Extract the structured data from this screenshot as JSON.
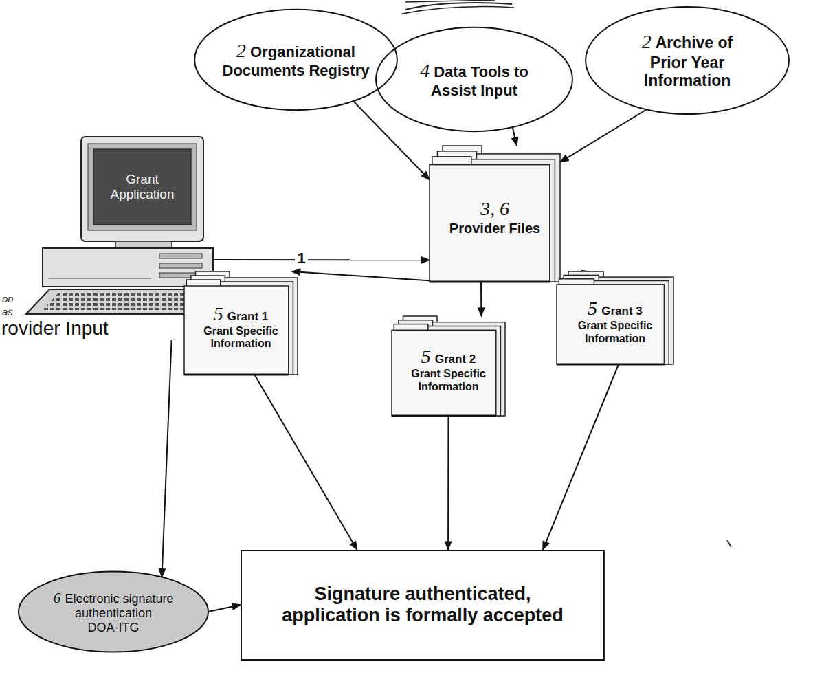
{
  "diagram": {
    "nodes": [
      {
        "text": [
          "2",
          "Organizational Documents Registry"
        ]
      },
      {
        "text": [
          "4",
          "Data Tools to Assist Input"
        ]
      },
      {
        "text": [
          "2",
          "Archive of Prior Year Information"
        ]
      },
      {
        "text": [
          "Grant Application",
          "rovider Input"
        ]
      },
      {
        "text": [
          "3, 6",
          "Provider Files"
        ]
      },
      {
        "text": [
          "5",
          "Grant 1",
          "Grant Specific Information"
        ]
      },
      {
        "text": [
          "5",
          "Grant 2",
          "Grant Specific Information"
        ]
      },
      {
        "text": [
          "5",
          "Grant 3",
          "Grant Specific Information"
        ]
      },
      {
        "text": [
          "6",
          "Electronic signature authentication",
          "DOA-ITG"
        ]
      },
      {
        "text": [
          "Signature authenticated, application is formally accepted"
        ]
      }
    ],
    "edges": [
      {
        "from": 0,
        "to": 4,
        "arrow": "to"
      },
      {
        "from": 1,
        "to": 4,
        "arrow": "to"
      },
      {
        "from": 2,
        "to": 4,
        "arrow": "to"
      },
      {
        "from": 3,
        "to": 4,
        "arrow": "to",
        "label": "1"
      },
      {
        "from": 4,
        "to": 5,
        "arrow": "to"
      },
      {
        "from": 4,
        "to": 6,
        "arrow": "to"
      },
      {
        "from": 4,
        "to": 7,
        "arrow": "to"
      },
      {
        "from": 5,
        "to": 9,
        "arrow": "to"
      },
      {
        "from": 6,
        "to": 9,
        "arrow": "to"
      },
      {
        "from": 7,
        "to": 9,
        "arrow": "to"
      },
      {
        "from": 3,
        "to": 8,
        "arrow": "to"
      },
      {
        "from": 8,
        "to": 9,
        "arrow": "to"
      }
    ],
    "labels": [
      "on",
      "as"
    ]
  }
}
